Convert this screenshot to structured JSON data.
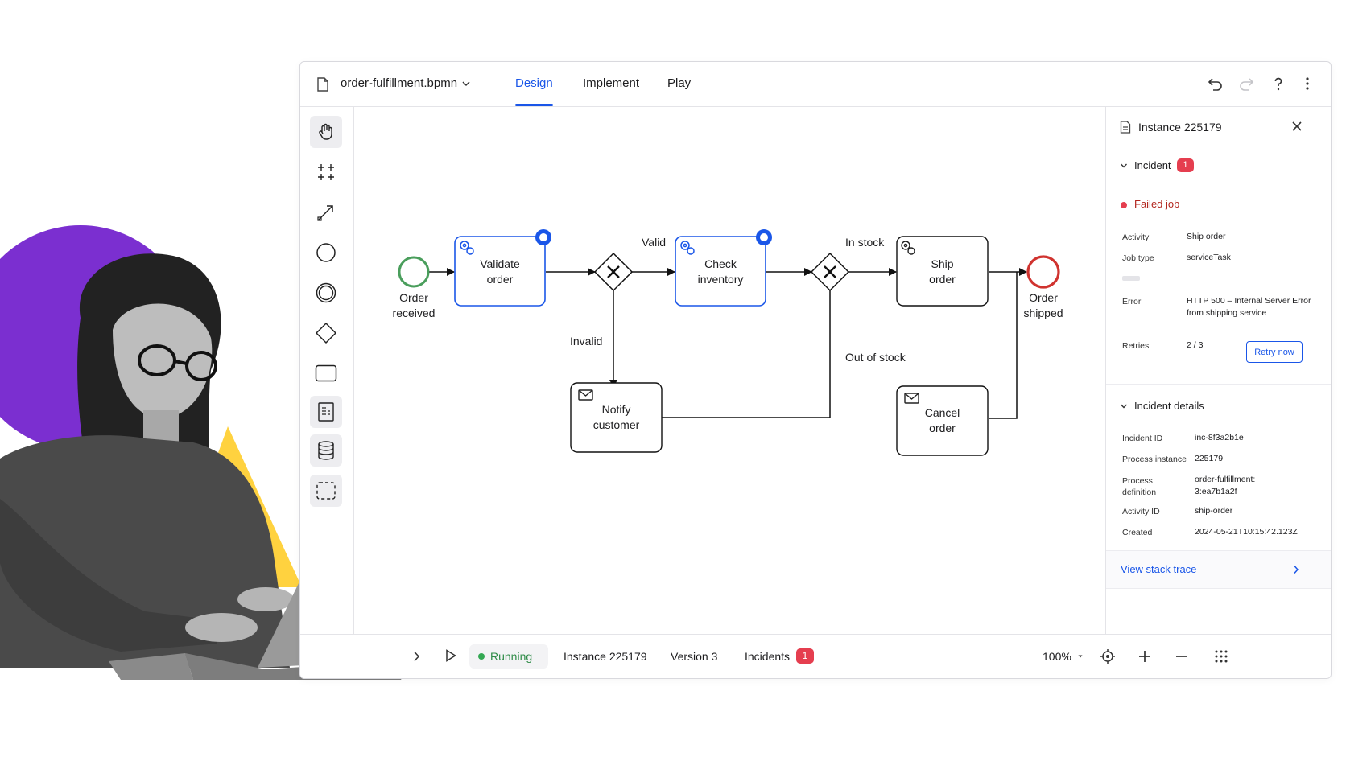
{
  "header": {
    "file_name": "order-fulfillment.bpmn",
    "tabs": [
      {
        "label": "Design",
        "active": true
      },
      {
        "label": "Implement",
        "active": false
      },
      {
        "label": "Play",
        "active": false
      }
    ]
  },
  "toolbar": {
    "tools": [
      "hand-icon",
      "lasso-icon",
      "connect-icon",
      "start-event-icon",
      "intermediate-event-icon",
      "gateway-icon",
      "task-icon",
      "data-object-icon",
      "data-store-icon",
      "group-icon"
    ]
  },
  "diagram": {
    "start_event": "Order\nreceived",
    "end_event": "Order\nshipped",
    "tasks": {
      "validate": "Validate\norder",
      "check": "Check\ninventory",
      "ship": "Ship\norder",
      "notify": "Notify\ncustomer",
      "cancel": "Cancel\norder"
    },
    "flows": {
      "valid": "Valid",
      "invalid": "Invalid",
      "in_stock": "In stock",
      "out_of_stock": "Out of stock"
    }
  },
  "panel": {
    "title": "Instance 225179",
    "incident": {
      "label": "Incident",
      "count": "1",
      "status": "Failed job",
      "fields": [
        {
          "label": "Activity",
          "value": "Ship order"
        },
        {
          "label": "Job type",
          "value": "serviceTask"
        },
        {
          "label": "Error",
          "value": "HTTP 500 – Internal Server Error from shipping service"
        },
        {
          "label": "Retries",
          "value": "2 / 3"
        }
      ],
      "retry_label": "Retry now"
    },
    "details": {
      "label": "Incident details",
      "fields": [
        {
          "label": "Incident ID",
          "value": "inc-8f3a2b1e"
        },
        {
          "label": "Process instance",
          "value": "225179"
        },
        {
          "label": "Process definition",
          "value": "order-fulfillment: 3:ea7b1a2f"
        },
        {
          "label": "Activity ID",
          "value": "ship-order"
        },
        {
          "label": "Created",
          "value": "2024-05-21T10:15:42.123Z"
        }
      ]
    },
    "stack_trace": "View stack trace"
  },
  "status_bar": {
    "state": "Running",
    "instance": "Instance 225179",
    "version": "Version 3",
    "incidents_label": "Incidents",
    "incidents_count": "1",
    "zoom": "100%"
  },
  "colors": {
    "accent": "#1a56e8",
    "error": "#e53e4f",
    "running": "#34a853",
    "start": "#4a9e5c",
    "end": "#d0332f"
  }
}
